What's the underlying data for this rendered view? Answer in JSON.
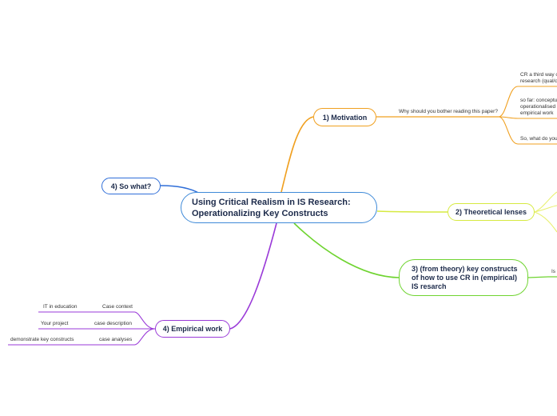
{
  "central": {
    "line1": "Using Critical Realism in IS Research:",
    "line2": "Operationalizing Key Constructs"
  },
  "motivation": {
    "title": "1) Motivation",
    "question": "Why should you bother reading this paper?",
    "children": [
      "CR a third way o\nresearch (qual/q",
      "so far: conceptu\noperationalised\nempirical work",
      "So, what do you"
    ]
  },
  "so_what": {
    "title": "4) So what?"
  },
  "theoretical": {
    "title": "2) Theoretical lenses"
  },
  "how": {
    "line1": "3) (from theory) key  constructs",
    "line2": "of how to use CR in (empirical)",
    "line3": "IS resarch",
    "child": "Is"
  },
  "empirical": {
    "title": "4) Empirical work",
    "rows": [
      {
        "label": "Case context",
        "child": "IT in education"
      },
      {
        "label": "case description",
        "child": "Your project"
      },
      {
        "label": "case analyses",
        "child": "demonstrate key constructs"
      }
    ]
  },
  "colors": {
    "motivation": "#f0a020",
    "so_what": "#2f6ed8",
    "theoretical": "#d6ea40",
    "how": "#6fd430",
    "empirical": "#9a3ad8",
    "central": "#3f8ad8"
  }
}
